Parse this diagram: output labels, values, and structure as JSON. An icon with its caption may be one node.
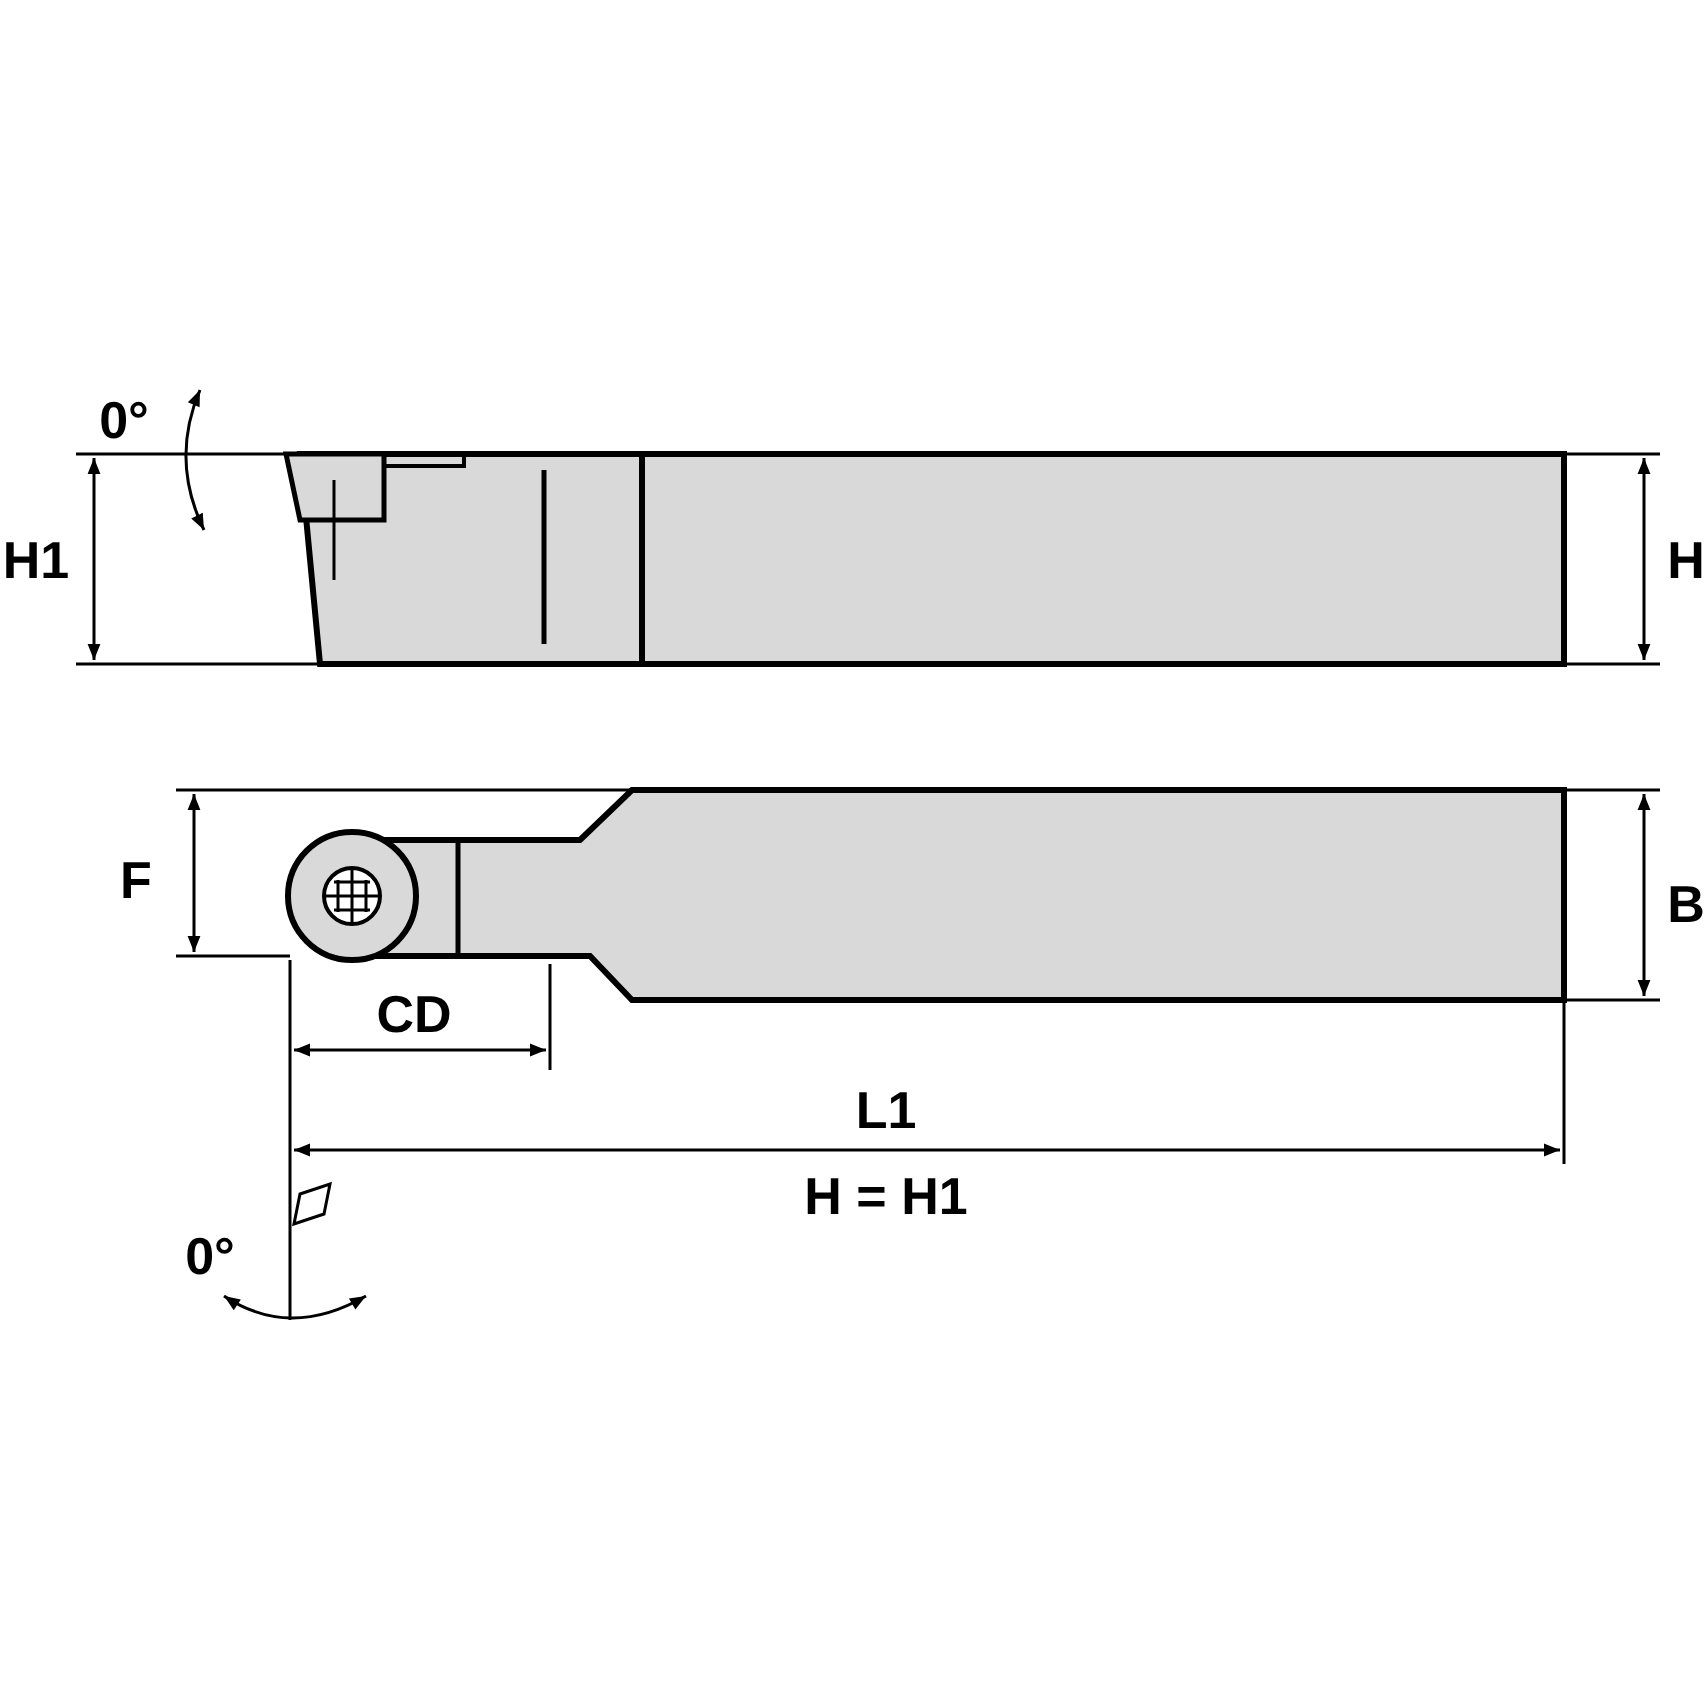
{
  "diagram": {
    "labels": [
      "0°",
      "H1",
      "H",
      "F",
      "B",
      "CD",
      "L1",
      "H = H1",
      "0°"
    ]
  }
}
